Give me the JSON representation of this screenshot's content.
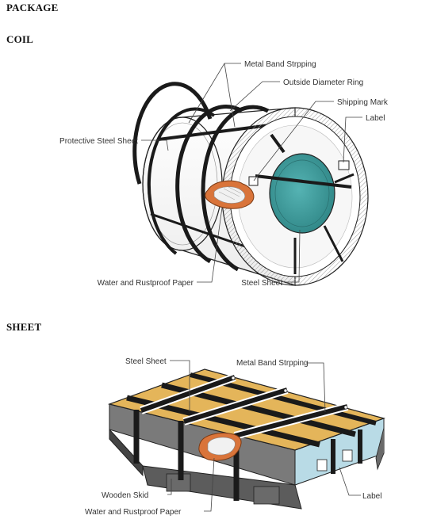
{
  "headings": {
    "package": "PACKAGE",
    "coil": "COIL",
    "sheet": "SHEET"
  },
  "coil": {
    "labels": {
      "metal_band": "Metal Band Strpping",
      "outside_ring": "Outside Diameter Ring",
      "shipping_mark": "Shipping Mark",
      "label": "Label",
      "protective_sheet": "Protective Steel Sheet",
      "paper": "Water and Rustproof Paper",
      "steel_sheet": "Steel Sheet"
    }
  },
  "sheet": {
    "labels": {
      "steel_sheet": "Steel Sheet",
      "metal_band": "Metal Band Strpping",
      "wooden_skid": "Wooden Skid",
      "paper": "Water and Rustproof Paper",
      "label": "Label"
    }
  },
  "colors": {
    "band": "#1a1a1a",
    "teal_core": "#3f9a9a",
    "wood": "#e4b55a",
    "steel_side": "#b9dbe6",
    "skid": "#555555",
    "paper_orange": "#d9743a"
  }
}
